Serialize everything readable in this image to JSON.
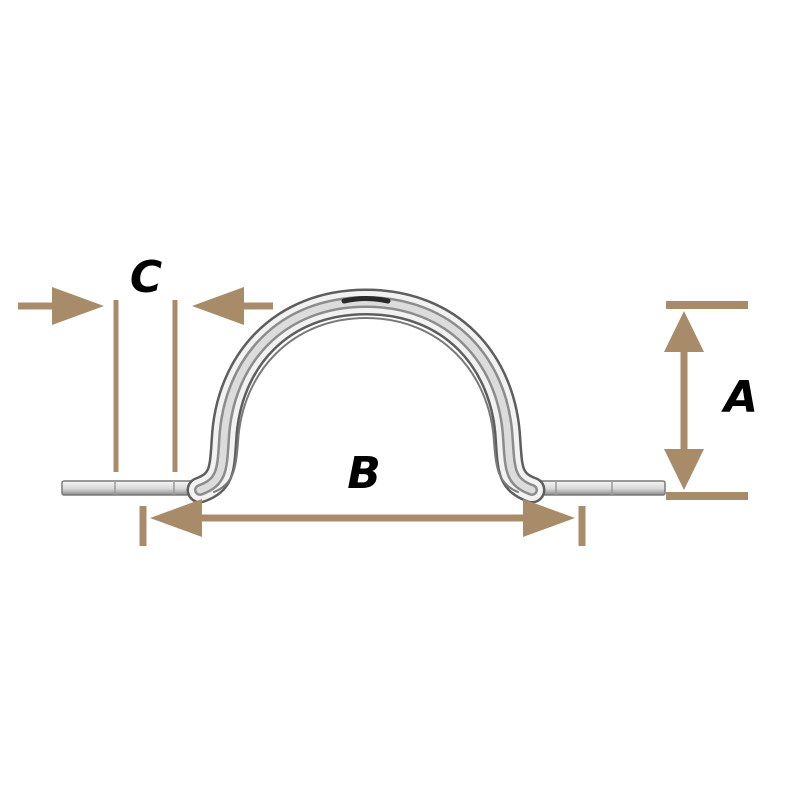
{
  "diagram": {
    "labels": {
      "a": "A",
      "b": "B",
      "c": "C"
    }
  },
  "colors": {
    "dimension": "#a88b68",
    "metal_light": "#eeeeee",
    "metal_mid": "#b8b8b8",
    "metal_dark": "#6a6a6a",
    "background": "#ffffff"
  }
}
